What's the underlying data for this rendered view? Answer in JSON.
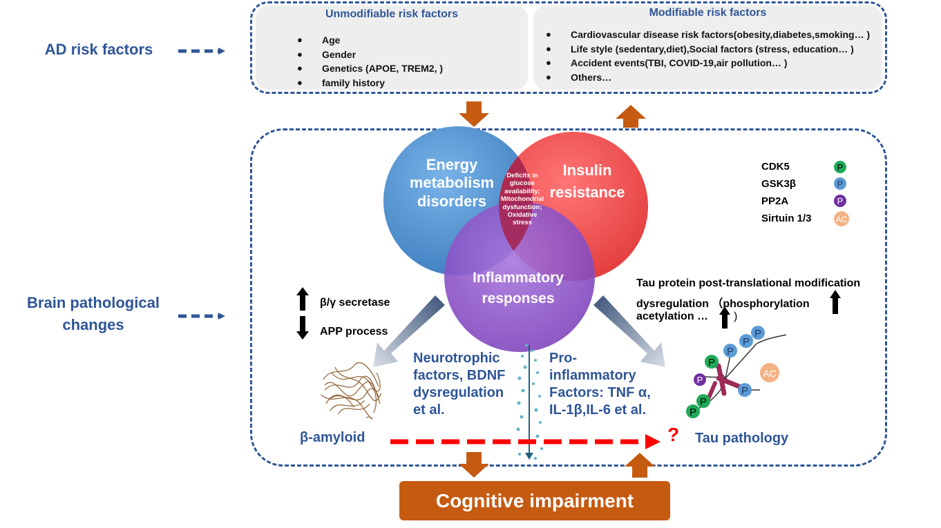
{
  "left_labels": {
    "risk_factors": "AD risk factors",
    "brain_changes_line1": "Brain pathological",
    "brain_changes_line2": "changes"
  },
  "unmodifiable": {
    "title": "Unmodifiable risk factors",
    "items": [
      "Age",
      "Gender",
      "Genetics (APOE, TREM2, )",
      "family history"
    ]
  },
  "modifiable": {
    "title": "Modifiable risk factors",
    "items": [
      "Cardiovascular disease risk factors(obesity,diabetes,smoking… )",
      "Life style (sedentary,diet),Social factors (stress, education… )",
      "Accident events(TBI, COVID-19,air pollution… )",
      "Others…"
    ]
  },
  "circles": {
    "energy": [
      "Energy",
      "metabolism",
      "disorders"
    ],
    "insulin": [
      "Insulin",
      "resistance"
    ],
    "inflammatory": [
      "Inflammatory",
      "responses"
    ],
    "overlap": [
      "Deficits in",
      "glucose",
      "availability;",
      "Mitochondrial",
      "dysfunction;",
      "Oxidative",
      "stress"
    ],
    "colors": {
      "energy": "#5b9bd5",
      "insulin": "#ff4b4b",
      "inflammatory": "#8e55c7"
    }
  },
  "legend": [
    {
      "label": "CDK5",
      "symbol": "P",
      "color": "#1faa59"
    },
    {
      "label": "GSK3β",
      "symbol": "P",
      "color": "#5b9bd5"
    },
    {
      "label": "PP2A",
      "symbol": "P",
      "color": "#7030a0"
    },
    {
      "label": "Sirtuin 1/3",
      "symbol": "AC",
      "color": "#f4b183"
    }
  ],
  "secretase": {
    "up_label": "β/γ secretase",
    "down_label": "APP process"
  },
  "tau_mod": {
    "line1": "Tau protein post-translational modification",
    "line2": "dysregulation （phosphorylation",
    "line3": "acetylation …"
  },
  "neurotrophic": [
    "Neurotrophic",
    "factors, BDNF",
    "dysregulation",
    "et al."
  ],
  "proinflammatory": [
    "Pro-",
    "inflammatory",
    "Factors: TNF α,",
    "IL-1β,IL-6 et al."
  ],
  "amyloid_label": "β-amyloid",
  "tau_label": "Tau pathology",
  "question_mark": "?",
  "cognitive": "Cognitive impairment",
  "colors": {
    "accent_blue": "#2f5597",
    "orange": "#c55a11",
    "red_dash": "#ff0000"
  }
}
